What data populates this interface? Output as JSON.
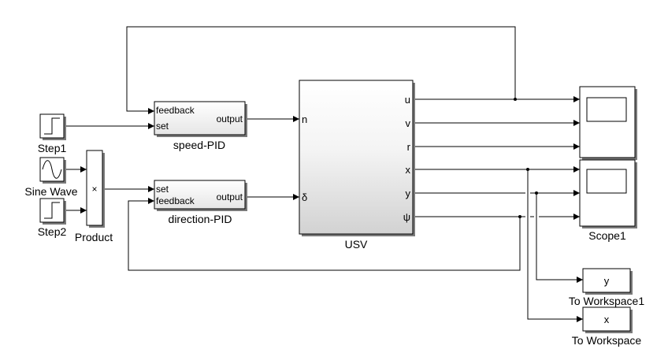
{
  "blocks": {
    "step1": {
      "name": "Step1"
    },
    "sine_wave": {
      "name": "Sine Wave"
    },
    "step2": {
      "name": "Step2"
    },
    "product": {
      "name": "Product",
      "glyph": "×"
    },
    "speed_pid": {
      "name": "speed-PID",
      "inputs": [
        "feedback",
        "set"
      ],
      "output": "output"
    },
    "direction_pid": {
      "name": "direction-PID",
      "inputs": [
        "set",
        "feedback"
      ],
      "output": "output"
    },
    "usv": {
      "name": "USV",
      "inputs": [
        "n",
        "δ"
      ],
      "outputs": [
        "u",
        "v",
        "r",
        "x",
        "y",
        "ψ"
      ]
    },
    "scope_top": {
      "name": ""
    },
    "scope1": {
      "name": "Scope1"
    },
    "to_workspace1": {
      "name": "To Workspace1",
      "variable": "y"
    },
    "to_workspace": {
      "name": "To Workspace",
      "variable": "x"
    }
  },
  "colors": {
    "line": "#000000",
    "usv_fill_top": "#ffffff",
    "usv_fill_bottom": "#d4d4d4",
    "block_fill": "#ffffff",
    "shadow": "#7a7a7a"
  }
}
